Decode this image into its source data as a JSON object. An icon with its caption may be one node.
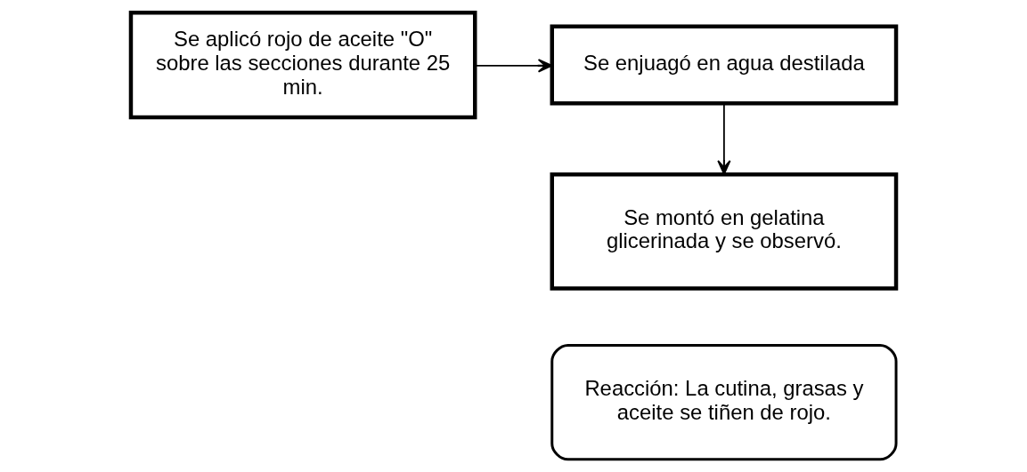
{
  "diagram": {
    "nodes": [
      {
        "text": [
          "Se aplicó rojo de aceite \"O\" sobre las secciones durante 25 min."
        ]
      },
      {
        "text": [
          "Se enjuagó en agua destilada"
        ]
      },
      {
        "text": [
          "Se montó en gelatina glicerinada y se observó."
        ]
      },
      {
        "text": [
          "Reacción: La cutina, grasas y aceite se tiñen de rojo."
        ]
      }
    ],
    "edges": [
      {
        "from": 0,
        "to": 1,
        "arrow": "to"
      },
      {
        "from": 1,
        "to": 2,
        "arrow": "to"
      }
    ]
  }
}
